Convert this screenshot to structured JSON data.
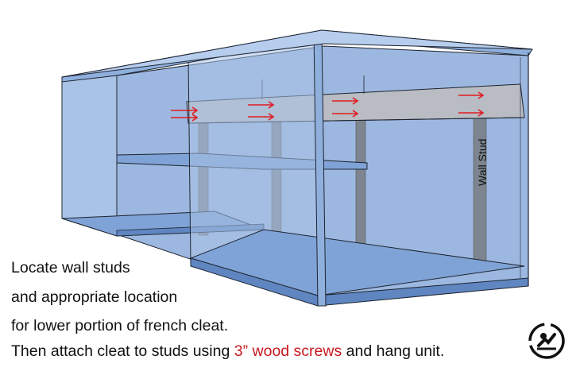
{
  "diagram": {
    "stud_label": "Wall Stud",
    "colors": {
      "panel": "#a9c3e6",
      "panel_dark": "#7fa3d6",
      "edge": "#1d2430",
      "cleat": "#b9bcc3",
      "stud": "#7d8590",
      "arrow": "#e01b22"
    },
    "icons": [
      "arrow-right-icon",
      "logo-badge-icon"
    ]
  },
  "caption": {
    "line1": "Locate wall studs",
    "line2": "and appropriate location",
    "line3": "for lower portion of french cleat.",
    "line4_before": "Then attach cleat to studs using ",
    "line4_highlight": "3” wood screws",
    "line4_after": " and hang unit."
  }
}
